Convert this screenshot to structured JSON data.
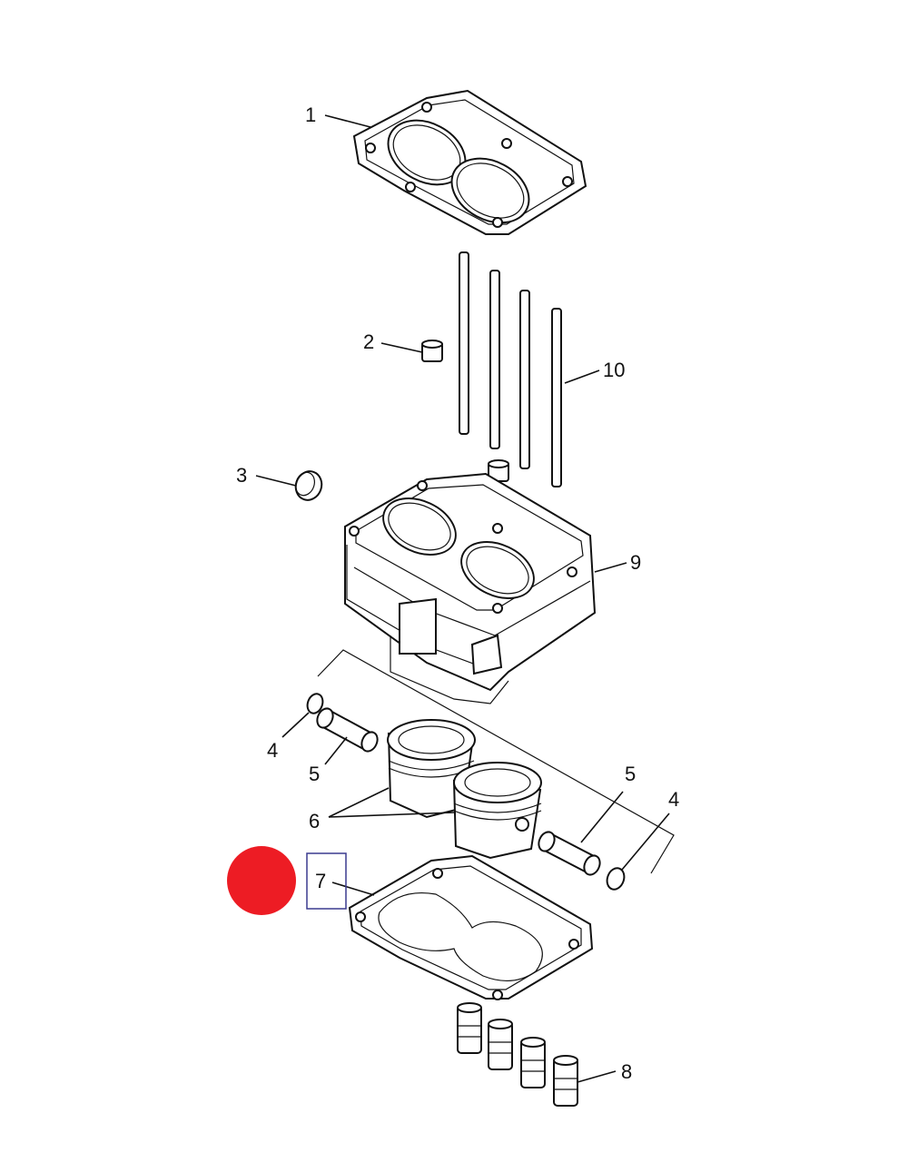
{
  "labels": {
    "head_gasket": "1",
    "dowel_top": "2",
    "plug": "3",
    "circlip_left": "4",
    "circlip_right": "4",
    "pin_left": "5",
    "pin_right": "5",
    "pistons": "6",
    "base_gasket": "7",
    "sleeves": "8",
    "cylinder": "9",
    "studs": "10"
  },
  "colors": {
    "marker": "#ed1c24",
    "highlight_box": "#3b3b8f",
    "lines": "#111111"
  },
  "icons": [
    "red-dot-marker",
    "highlight-box"
  ]
}
